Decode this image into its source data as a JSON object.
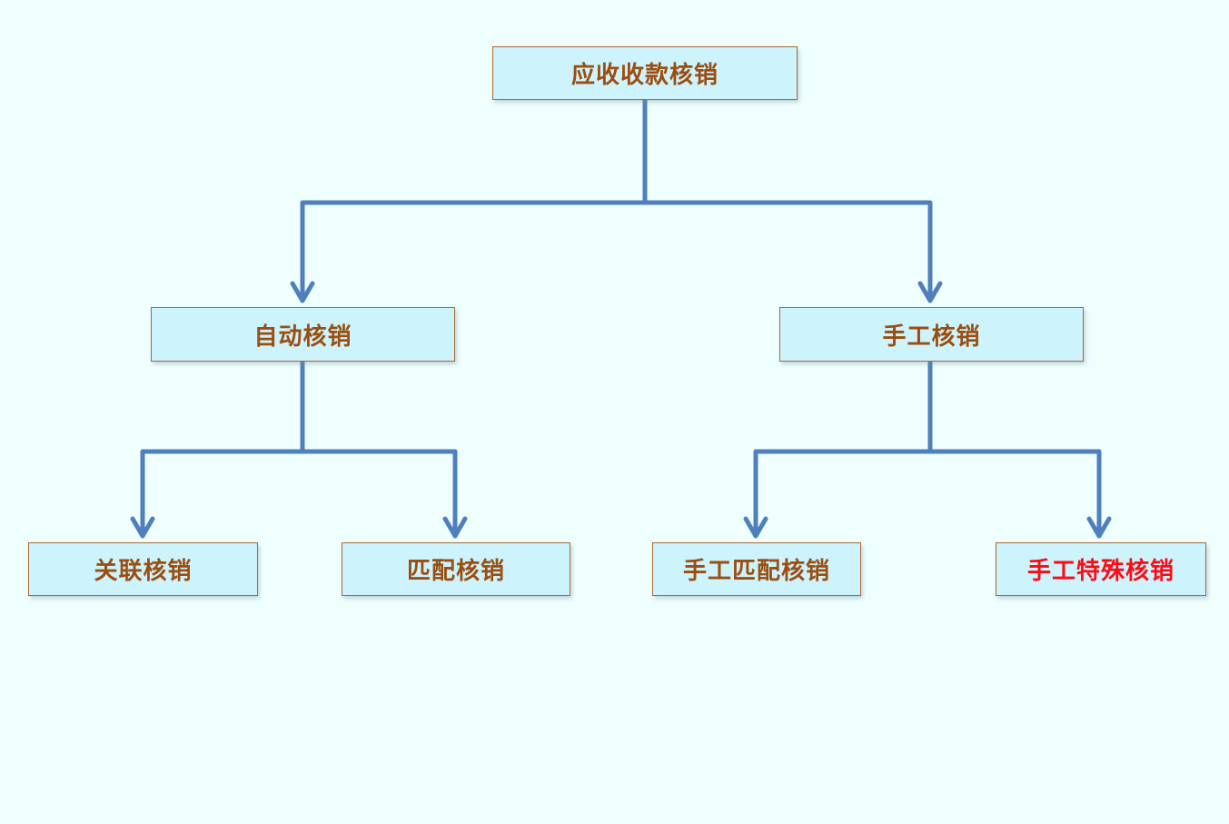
{
  "diagram": {
    "type": "tree",
    "colors": {
      "background": "#eefffd",
      "node_fill": "#cdf3fd",
      "node_border": "#a8693a",
      "text": "#9b4e10",
      "text_highlight": "#ff0a14",
      "connector": "#4f80bd"
    },
    "nodes": {
      "root": {
        "label": "应收收款核销"
      },
      "auto": {
        "label": "自动核销"
      },
      "manual": {
        "label": "手工核销"
      },
      "link": {
        "label": "关联核销"
      },
      "match": {
        "label": "匹配核销"
      },
      "manual_match": {
        "label": "手工匹配核销"
      },
      "manual_special": {
        "label": "手工特殊核销",
        "highlighted": true
      }
    },
    "edges": [
      {
        "from": "root",
        "to": "auto"
      },
      {
        "from": "root",
        "to": "manual"
      },
      {
        "from": "auto",
        "to": "link"
      },
      {
        "from": "auto",
        "to": "match"
      },
      {
        "from": "manual",
        "to": "manual_match"
      },
      {
        "from": "manual",
        "to": "manual_special"
      }
    ]
  }
}
